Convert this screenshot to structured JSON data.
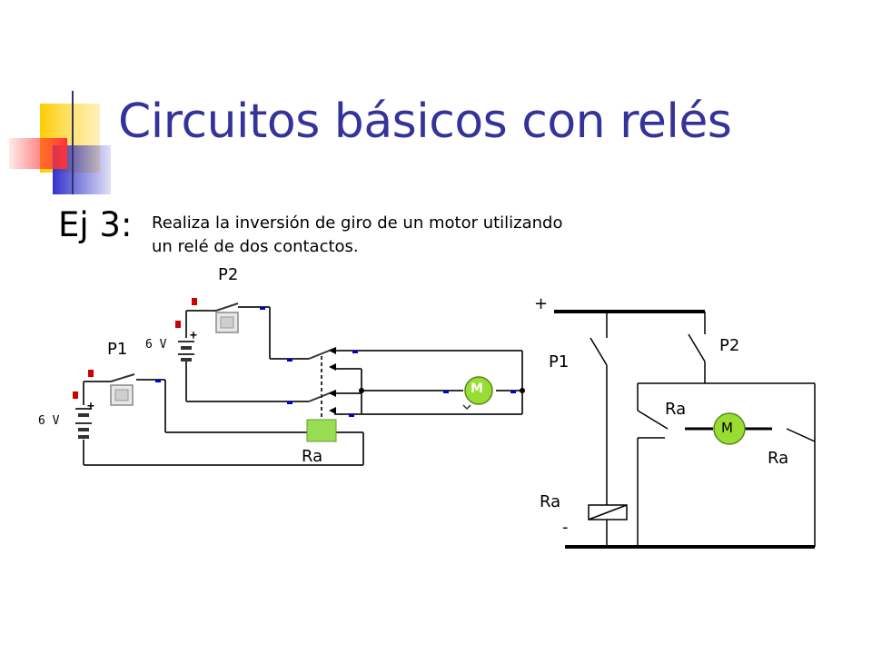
{
  "slide": {
    "title": "Circuitos básicos con relés",
    "exercise_label": "Ej 3:",
    "instruction_line1": "Realiza la inversión de giro de un motor utilizando",
    "instruction_line2": "un relé de dos contactos."
  },
  "left_diagram": {
    "p1_label": "P1",
    "p2_label": "P2",
    "relay_label": "Ra",
    "battery1_label": "6 V",
    "battery2_label": "6 V",
    "motor_symbol": "M",
    "plus_sign": "+"
  },
  "right_diagram": {
    "plus_label": "+",
    "minus_label": "-",
    "p1_label": "P1",
    "p2_label": "P2",
    "contact_label_left": "Ra",
    "contact_label_right": "Ra",
    "coil_label": "Ra",
    "motor_symbol": "M"
  },
  "colors": {
    "title": "#333399",
    "deco_yellow": "#ffcc00",
    "deco_blue": "#3333cc",
    "deco_red": "#ff3333",
    "motor_green": "#99dd33",
    "relay_green": "#99dd55",
    "terminal_red": "#cc0000",
    "terminal_blue": "#0000cc"
  }
}
